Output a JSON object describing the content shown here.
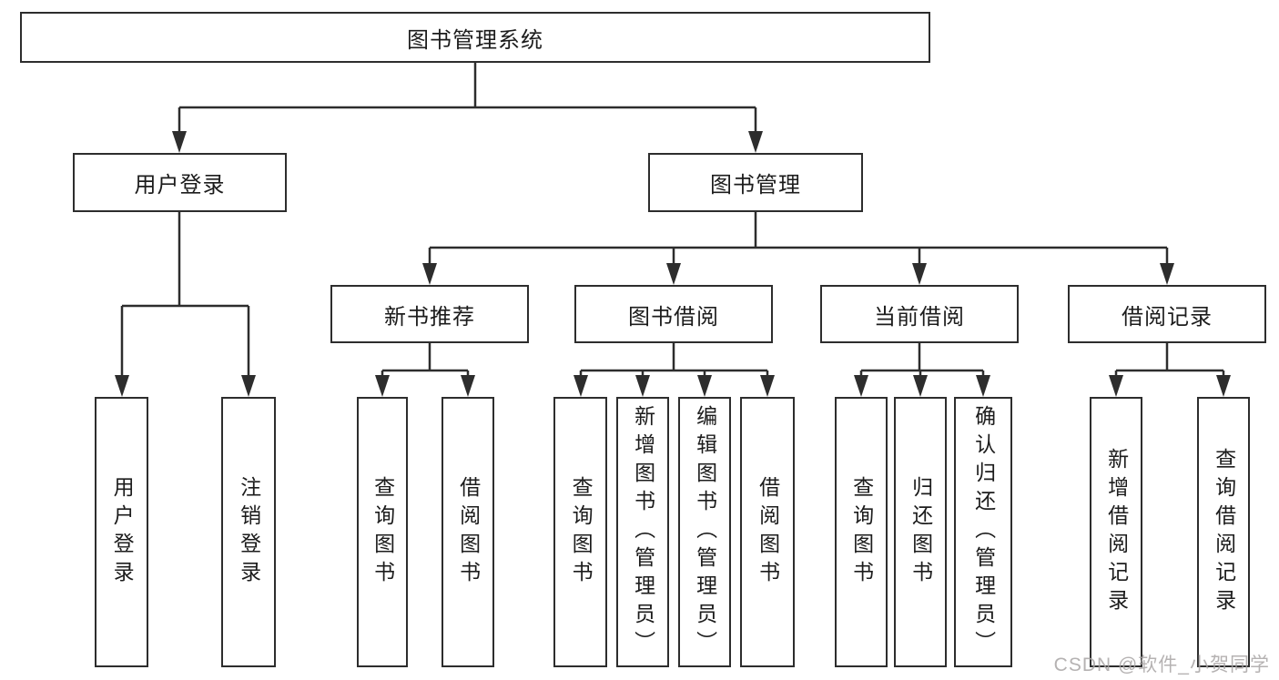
{
  "diagram": {
    "title": "图书管理系统",
    "branches": [
      {
        "label": "用户登录",
        "children": [
          {
            "label": "用户登录"
          },
          {
            "label": "注销登录"
          }
        ]
      },
      {
        "label": "图书管理",
        "children": [
          {
            "label": "新书推荐",
            "children": [
              {
                "label": "查询图书"
              },
              {
                "label": "借阅图书"
              }
            ]
          },
          {
            "label": "图书借阅",
            "children": [
              {
                "label": "查询图书"
              },
              {
                "label": "新增图书（管理员）"
              },
              {
                "label": "编辑图书（管理员）"
              },
              {
                "label": "借阅图书"
              }
            ]
          },
          {
            "label": "当前借阅",
            "children": [
              {
                "label": "查询图书"
              },
              {
                "label": "归还图书"
              },
              {
                "label": "确认归还（管理员）"
              }
            ]
          },
          {
            "label": "借阅记录",
            "children": [
              {
                "label": "新增借阅记录"
              },
              {
                "label": "查询借阅记录"
              }
            ]
          }
        ]
      }
    ]
  },
  "watermark": {
    "text": "CSDN @软件_小贺同学"
  },
  "colors": {
    "line": "#2d2d2d",
    "box_border": "#2d2d2d",
    "background": "#ffffff",
    "text": "#1c1c1c",
    "watermark": "#a8a4a4"
  }
}
